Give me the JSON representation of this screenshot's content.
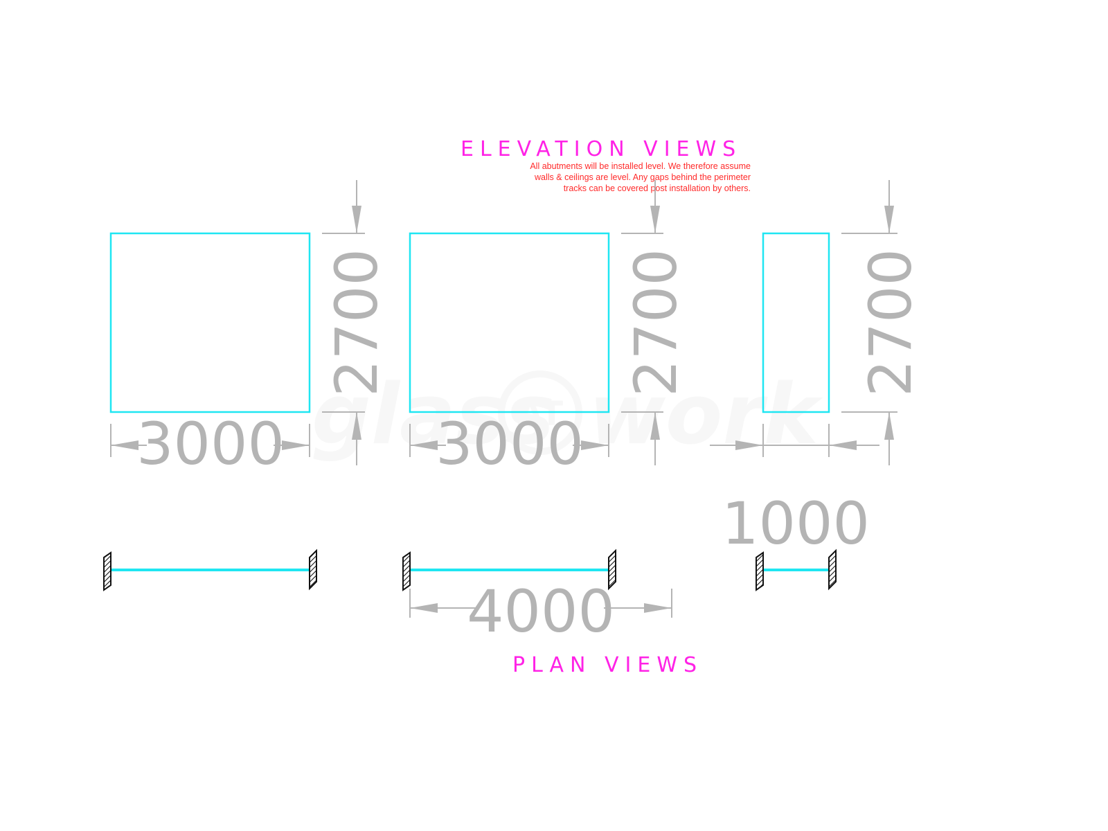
{
  "colors": {
    "panel": "#1fe6f2",
    "dimension": "#b4b4b4",
    "heading": "#ff22e6",
    "note": "#ff2a2a",
    "wall": "#111111"
  },
  "watermark": {
    "left": "glass",
    "middle": "AT",
    "right": "work"
  },
  "elevation": {
    "title": "ELEVATION VIEWS",
    "note_lines": [
      "All abutments will be installed level. We therefore assume",
      "walls & ceilings are level. Any gaps behind the perimeter",
      "tracks can be covered post installation by others."
    ],
    "panels": [
      {
        "width_label": "3000",
        "height_label": "2700"
      },
      {
        "width_label": "3000",
        "height_label": "2700"
      },
      {
        "width_label": "1000",
        "height_label": "2700"
      }
    ]
  },
  "plan": {
    "title": "PLAN VIEWS",
    "spans": [
      {
        "label": ""
      },
      {
        "label": "4000"
      },
      {
        "label": ""
      }
    ]
  },
  "icons": {
    "wall_end": "hatched-wall-end-icon",
    "dimension_arrow": "arrowhead-icon"
  }
}
